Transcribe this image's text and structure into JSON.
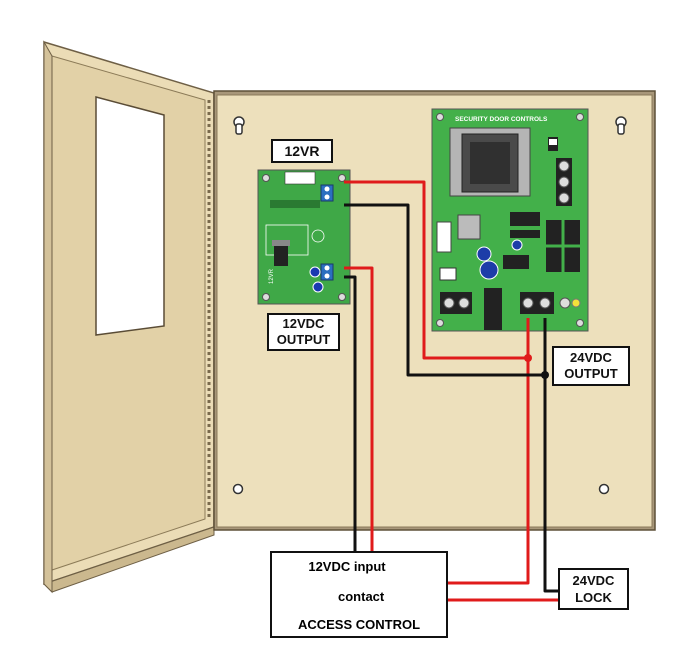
{
  "labels": {
    "regulator": "12VR",
    "output_12": [
      "12VDC",
      "OUTPUT"
    ],
    "output_24": [
      "24VDC",
      "OUTPUT"
    ],
    "lock_24": [
      "24VDC",
      "LOCK"
    ],
    "access_control": {
      "input": "12VDC input",
      "contact": "contact",
      "title": "ACCESS CONTROL"
    }
  },
  "pcb": {
    "brand": "SECURITY DOOR CONTROLS",
    "regulator_part": "12VR"
  },
  "colors": {
    "enclosure": "#ede0bc",
    "enclosure_edge": "#8a7a5a",
    "pcb": "#43b04a",
    "wire_positive": "#e01b1b",
    "wire_negative": "#111111"
  }
}
